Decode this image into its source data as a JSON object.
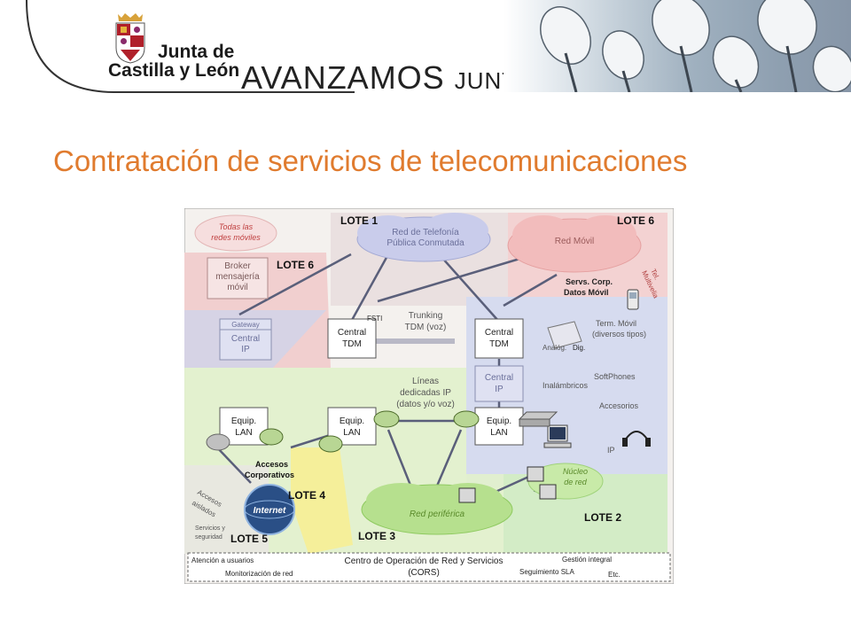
{
  "header": {
    "brand_line1": "Junta de",
    "brand_line2": "Castilla y León",
    "slogan_big": "AVANZAMOS",
    "slogan_small": "JUNTOS"
  },
  "title": "Contratación de servicios de telecomunicaciones",
  "diagram": {
    "lotes": {
      "lote1": "LOTE 1",
      "lote6_top": "LOTE 6",
      "lote6_left": "LOTE 6",
      "lote4": "LOTE 4",
      "lote5": "LOTE 5",
      "lote3": "LOTE 3",
      "lote2": "LOTE 2"
    },
    "clouds": {
      "moviles_1": "Todas las",
      "moviles_2": "redes móviles",
      "rtpc_1": "Red de Telefonía",
      "rtpc_2": "Pública Conmutada",
      "red_movil": "Red Móvil",
      "red_periferica": "Red periférica",
      "internet": "Internet"
    },
    "boxes": {
      "broker_1": "Broker",
      "broker_2": "mensajería",
      "broker_3": "móvil",
      "gateway": "Gateway",
      "central_ip_left_1": "Central",
      "central_ip_left_2": "IP",
      "central_tdm_left_1": "Central",
      "central_tdm_left_2": "TDM",
      "central_tdm_right_1": "Central",
      "central_tdm_right_2": "TDM",
      "central_ip_right_1": "Central",
      "central_ip_right_2": "IP",
      "equip1_1": "Equip.",
      "equip1_2": "LAN",
      "equip2_1": "Equip.",
      "equip2_2": "LAN",
      "equip3_1": "Equip.",
      "equip3_2": "LAN"
    },
    "labels": {
      "fsti": "FSTI",
      "trunking_1": "Trunking",
      "trunking_2": "TDM (voz)",
      "lineas_1": "Líneas",
      "lineas_2": "dedicadas IP",
      "lineas_3": "(datos y/o voz)",
      "servs_corp_1": "Servs. Corp.",
      "servs_corp_2": "Datos Móvil",
      "tel_mov_1": "Tel.",
      "tel_mov_2": "Multivelia",
      "term_movil_1": "Term. Móvil",
      "term_movil_2": "(diversos tipos)",
      "analog": "Analóg.",
      "dig": "Dig.",
      "inalambricos": "Inalámbricos",
      "softphones": "SoftPhones",
      "accesorios": "Accesorios",
      "ip": "IP",
      "accesos_corp_1": "Accesos",
      "accesos_corp_2": "Corporativos",
      "nucleo_1": "Núcleo",
      "nucleo_2": "de red",
      "accesos_aislados_1": "Accesos",
      "accesos_aislados_2": "aislados",
      "servicios_seg_1": "Servicios y",
      "servicios_seg_2": "seguridad"
    },
    "cors": {
      "atencion": "Atención a usuarios",
      "monitorizacion": "Monitorización de red",
      "centro_1": "Centro de Operación de Red y Servicios",
      "centro_2": "(CORS)",
      "gestion": "Gestión integral",
      "sla": "Seguimiento SLA",
      "etc": "Etc."
    }
  }
}
